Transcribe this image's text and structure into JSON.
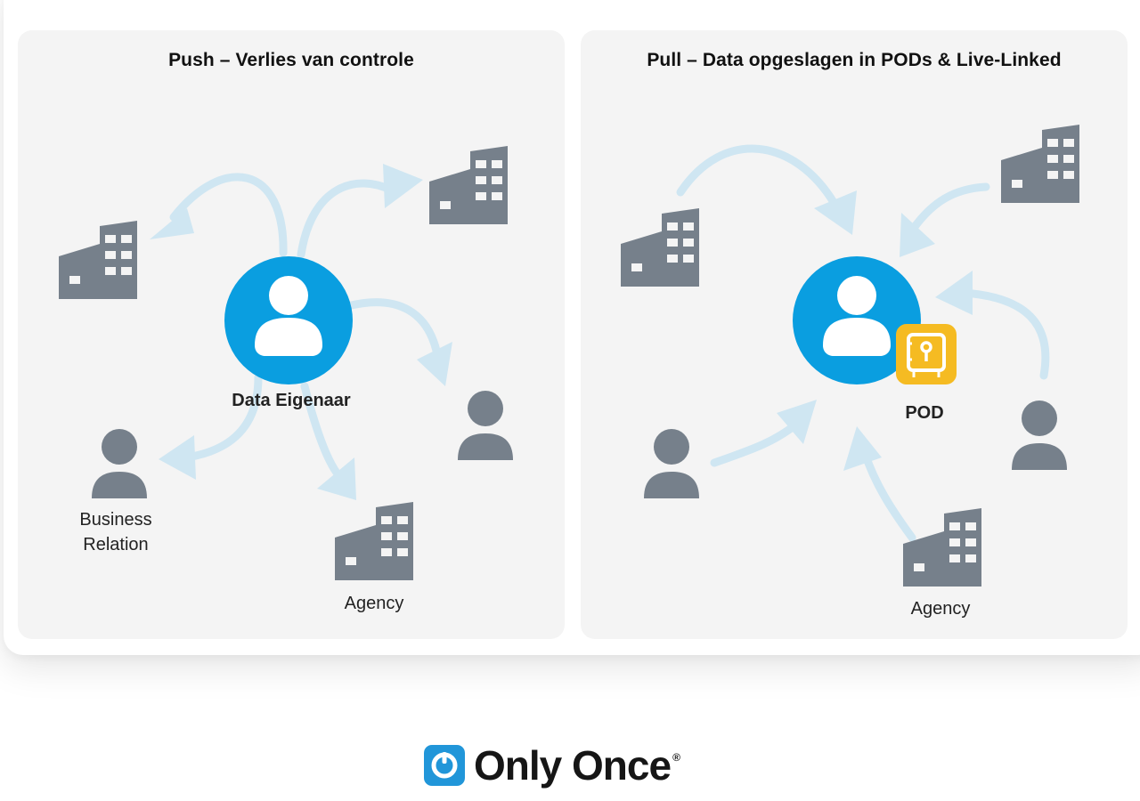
{
  "left_panel": {
    "title": "Push – Verlies van controle",
    "owner_label": "Data Eigenaar",
    "business_label": "Business Relation",
    "agency_label": "Agency"
  },
  "right_panel": {
    "title": "Pull – Data opgeslagen in PODs & Live-Linked",
    "pod_label": "POD",
    "agency_label": "Agency"
  },
  "logo": {
    "text": "Only Once",
    "reg_mark": "®"
  },
  "colors": {
    "panel_bg": "#f4f4f4",
    "arrow": "#cfe6f2",
    "owner_circle": "#0a9ee0",
    "icon_gray": "#76808b",
    "pod_yellow": "#f5bb22",
    "logo_blue": "#2196d9"
  }
}
